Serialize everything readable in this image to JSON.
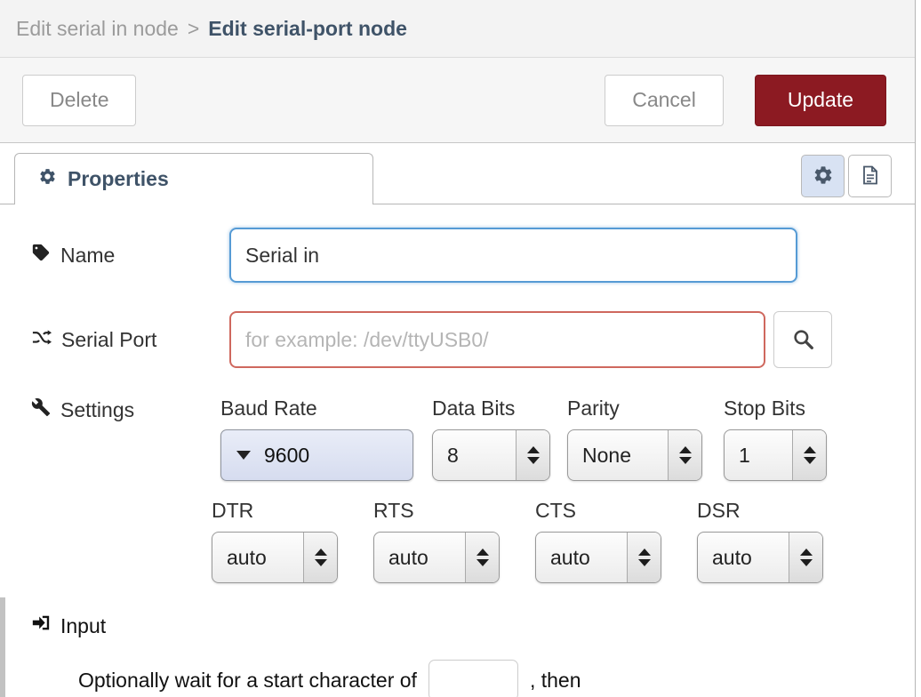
{
  "header": {
    "breadcrumb_parent": "Edit serial in node",
    "breadcrumb_separator": ">",
    "breadcrumb_current": "Edit serial-port node"
  },
  "toolbar": {
    "delete_label": "Delete",
    "cancel_label": "Cancel",
    "update_label": "Update"
  },
  "tab_bar": {
    "properties_label": "Properties",
    "node_settings_icon": "gear-icon",
    "description_icon": "file-icon"
  },
  "form": {
    "name": {
      "label": "Name",
      "value": "Serial in",
      "icon": "tag-icon"
    },
    "serial_port": {
      "label": "Serial Port",
      "value": "",
      "placeholder": "for example: /dev/ttyUSB0/",
      "icon": "random-icon",
      "search_icon": "search-icon"
    },
    "settings": {
      "label": "Settings",
      "icon": "wrench-icon",
      "row1": {
        "baud_rate": {
          "header": "Baud Rate",
          "value": "9600"
        },
        "data_bits": {
          "header": "Data Bits",
          "value": "8"
        },
        "parity": {
          "header": "Parity",
          "value": "None"
        },
        "stop_bits": {
          "header": "Stop Bits",
          "value": "1"
        }
      },
      "row2": {
        "dtr": {
          "header": "DTR",
          "value": "auto"
        },
        "rts": {
          "header": "RTS",
          "value": "auto"
        },
        "cts": {
          "header": "CTS",
          "value": "auto"
        },
        "dsr": {
          "header": "DSR",
          "value": "auto"
        }
      }
    },
    "input_section": {
      "label": "Input",
      "icon": "sign-in-icon",
      "sentence_before": "Optionally wait for a start character of",
      "start_char_value": "",
      "sentence_after": ", then"
    }
  },
  "colors": {
    "update_button_bg": "#8c1a22",
    "update_button_text": "#ffffff",
    "breadcrumb_current_text": "#3f5368",
    "breadcrumb_parent_text": "#9b9b9b",
    "focused_input_border": "#569bd5",
    "invalid_input_border": "#cf685e",
    "active_icon_button_bg": "#d8e2f3",
    "header_bg": "#f3f3f3"
  }
}
